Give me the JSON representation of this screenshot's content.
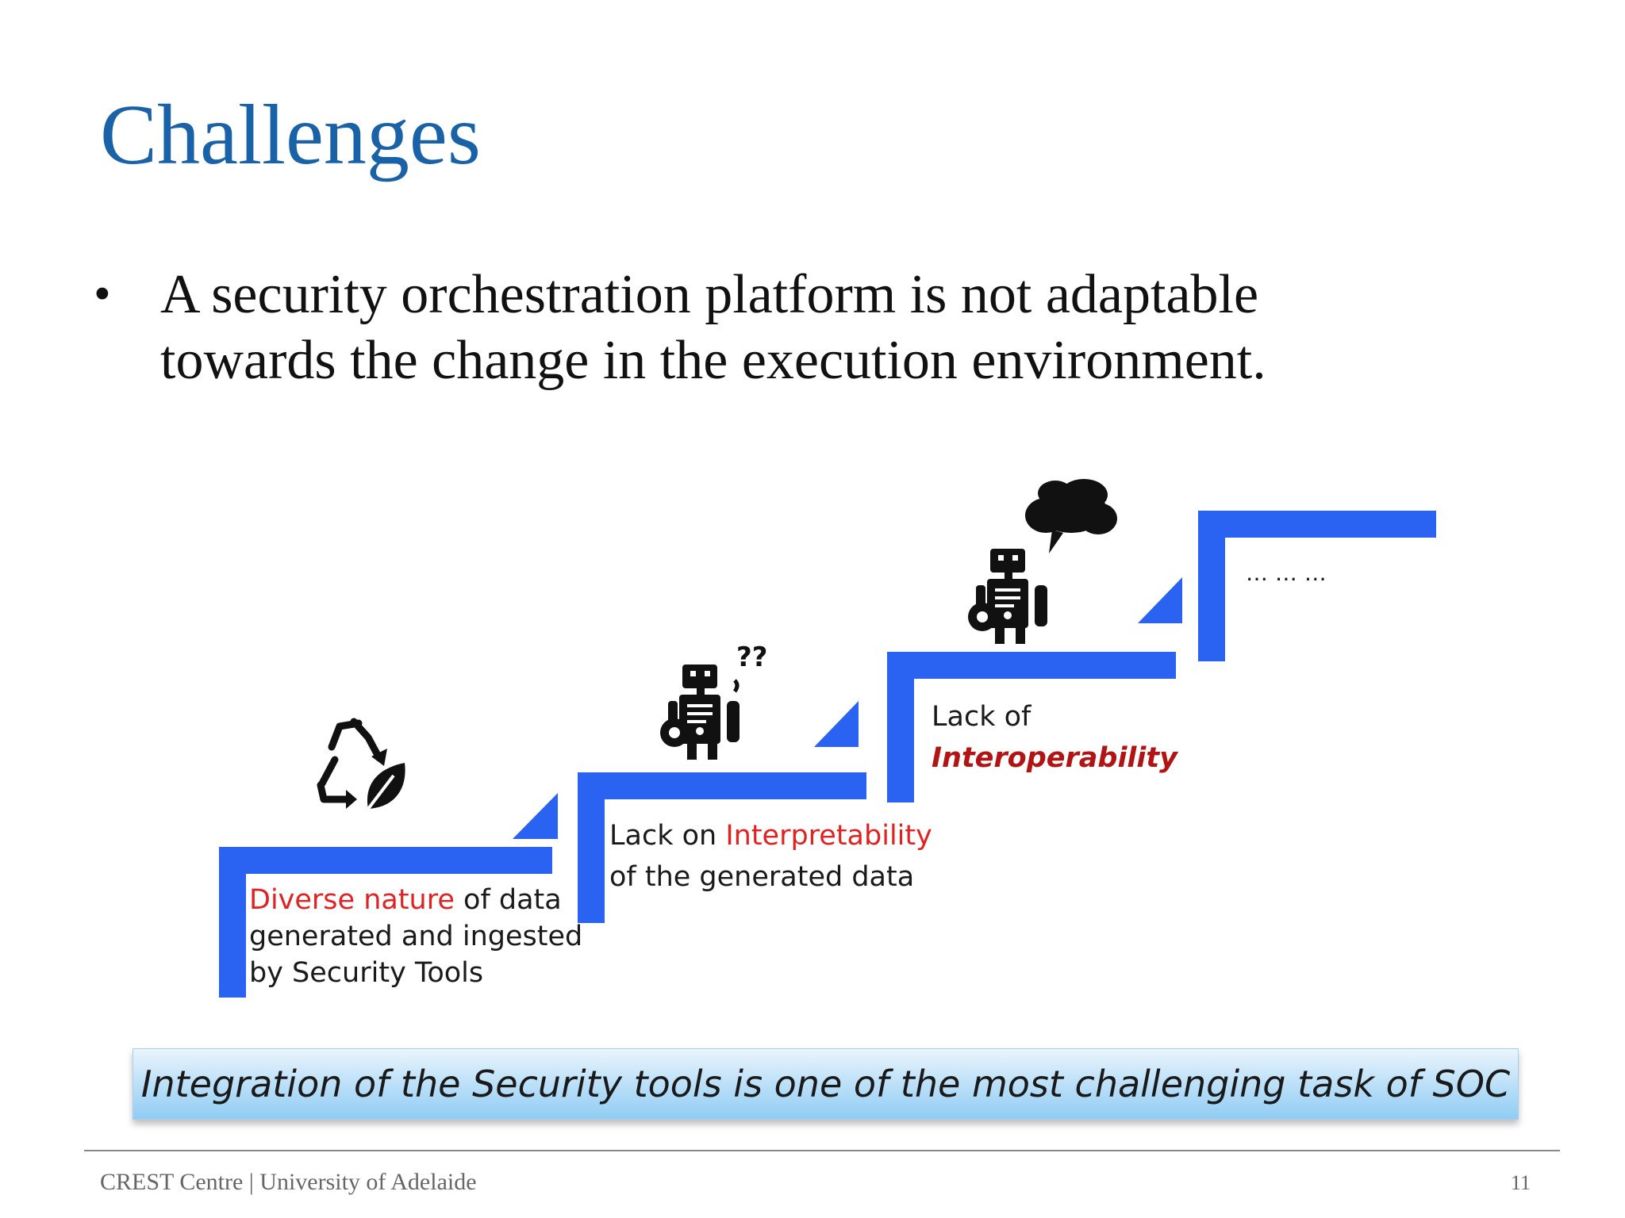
{
  "slide": {
    "title": "Challenges",
    "bullet": {
      "marker": "•",
      "line1": "A security orchestration platform is not adaptable",
      "line2": "towards the change in the execution environment."
    },
    "steps": [
      {
        "icon": "recycle-leaf-icon",
        "highlight": "Diverse nature",
        "rest1": " of data",
        "line2": "generated and ingested",
        "line3": "by Security Tools"
      },
      {
        "icon": "confused-robot-icon",
        "icon_text": "??",
        "prefix": "Lack on ",
        "highlight": "Interpretability",
        "line2": "of the generated data"
      },
      {
        "icon": "thinking-robot-icon",
        "line1": "Lack of",
        "highlight": "Interoperability"
      },
      {
        "line1": "… … …"
      }
    ],
    "banner": "Integration of the Security tools is one of the most challenging task of SOC",
    "footer": {
      "source": "CREST Centre | University of Adelaide",
      "page_number": "11"
    },
    "colors": {
      "title": "#1a62a8",
      "stair": "#2a63f2",
      "highlight_red": "#e02222",
      "highlight_darkred": "#b21414"
    }
  }
}
